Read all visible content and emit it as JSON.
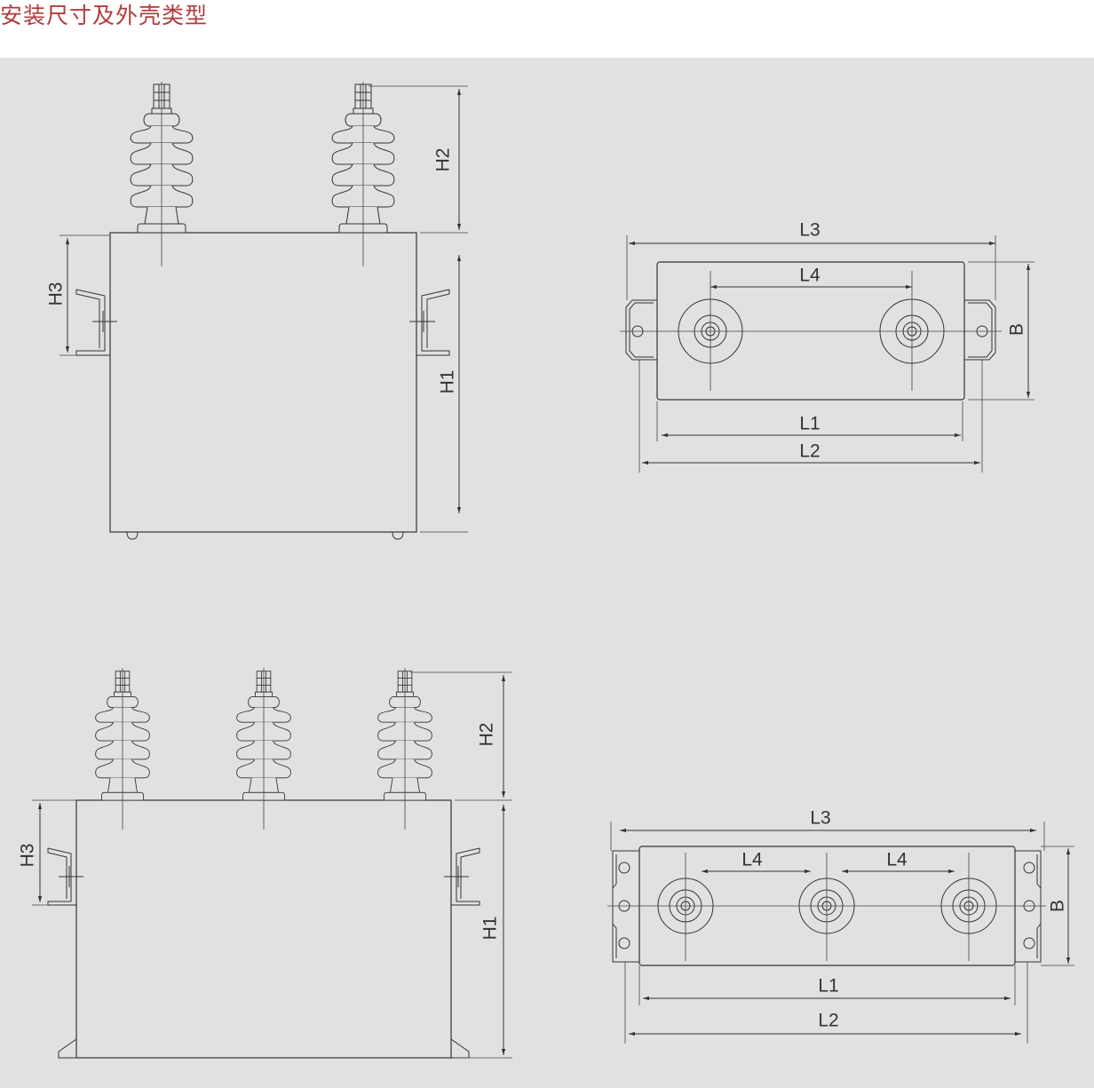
{
  "title": "安装尺寸及外壳类型",
  "drawing_2_bushing": {
    "front_view": {
      "h1": "H1",
      "h2": "H2",
      "h3": "H3"
    },
    "top_view": {
      "l1": "L1",
      "l2": "L2",
      "l3": "L3",
      "l4": "L4",
      "b": "B"
    }
  },
  "drawing_3_bushing": {
    "front_view": {
      "h1": "H1",
      "h2": "H2",
      "h3": "H3"
    },
    "top_view": {
      "l1": "L1",
      "l2": "L2",
      "l3": "L3",
      "l4a": "L4",
      "l4b": "L4",
      "b": "B"
    }
  }
}
